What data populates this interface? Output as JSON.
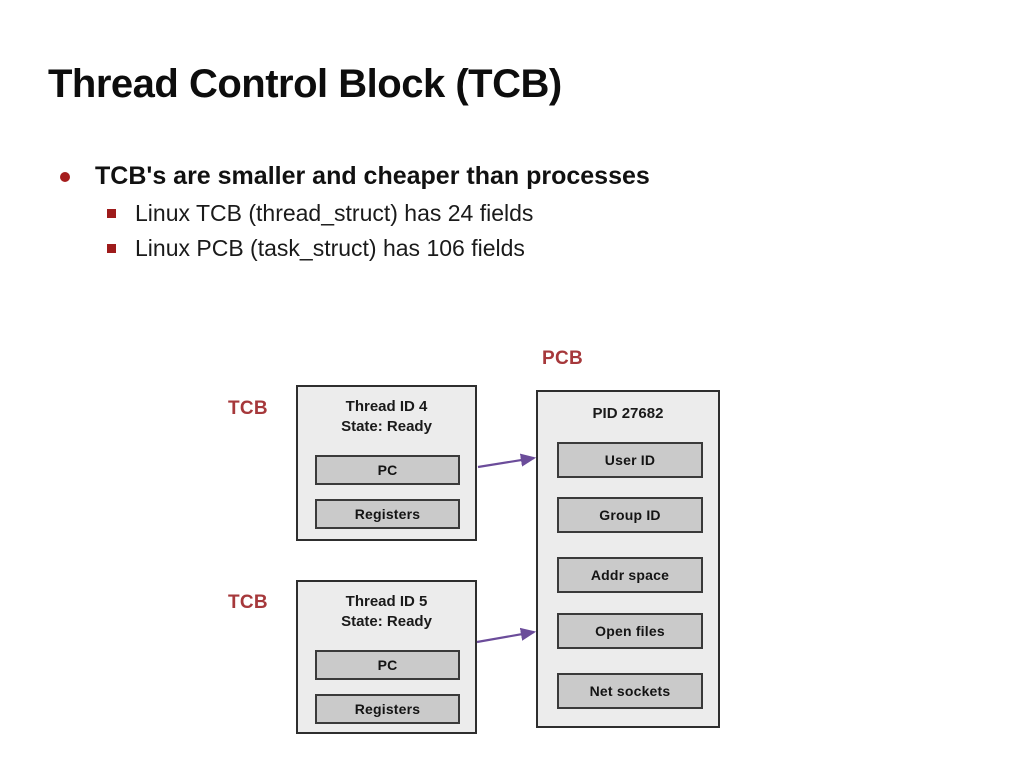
{
  "slide": {
    "title": "Thread Control Block (TCB)",
    "bullets": [
      {
        "level": 1,
        "text": "TCB's are smaller and cheaper than processes",
        "marker": "round-bullet",
        "marker_color": "#a51d1d"
      },
      {
        "level": 2,
        "text": "Linux TCB (thread_struct) has 24 fields",
        "marker": "square-bullet",
        "marker_color": "#9e1b1b"
      },
      {
        "level": 2,
        "text": "Linux PCB (task_struct) has 106 fields",
        "marker": "square-bullet",
        "marker_color": "#9e1b1b"
      }
    ]
  },
  "diagram": {
    "label_color": "#a6383b",
    "arrow_color": "#6b4c9a",
    "outer_box_fill": "#ececec",
    "field_fill": "#cacaca",
    "labels": {
      "tcb_top": "TCB",
      "tcb_bottom": "TCB",
      "pcb": "PCB"
    },
    "tcb_blocks": [
      {
        "id_line": "Thread ID 4",
        "state_line": "State: Ready",
        "fields": [
          "PC",
          "Registers"
        ]
      },
      {
        "id_line": "Thread ID 5",
        "state_line": "State: Ready",
        "fields": [
          "PC",
          "Registers"
        ]
      }
    ],
    "pcb_block": {
      "heading": "PID 27682",
      "fields": [
        "User ID",
        "Group ID",
        "Addr space",
        "Open files",
        "Net sockets"
      ]
    },
    "arrows": [
      {
        "from": "tcb-1",
        "to": "pcb",
        "label": ""
      },
      {
        "from": "tcb-2",
        "to": "pcb",
        "label": ""
      }
    ]
  }
}
